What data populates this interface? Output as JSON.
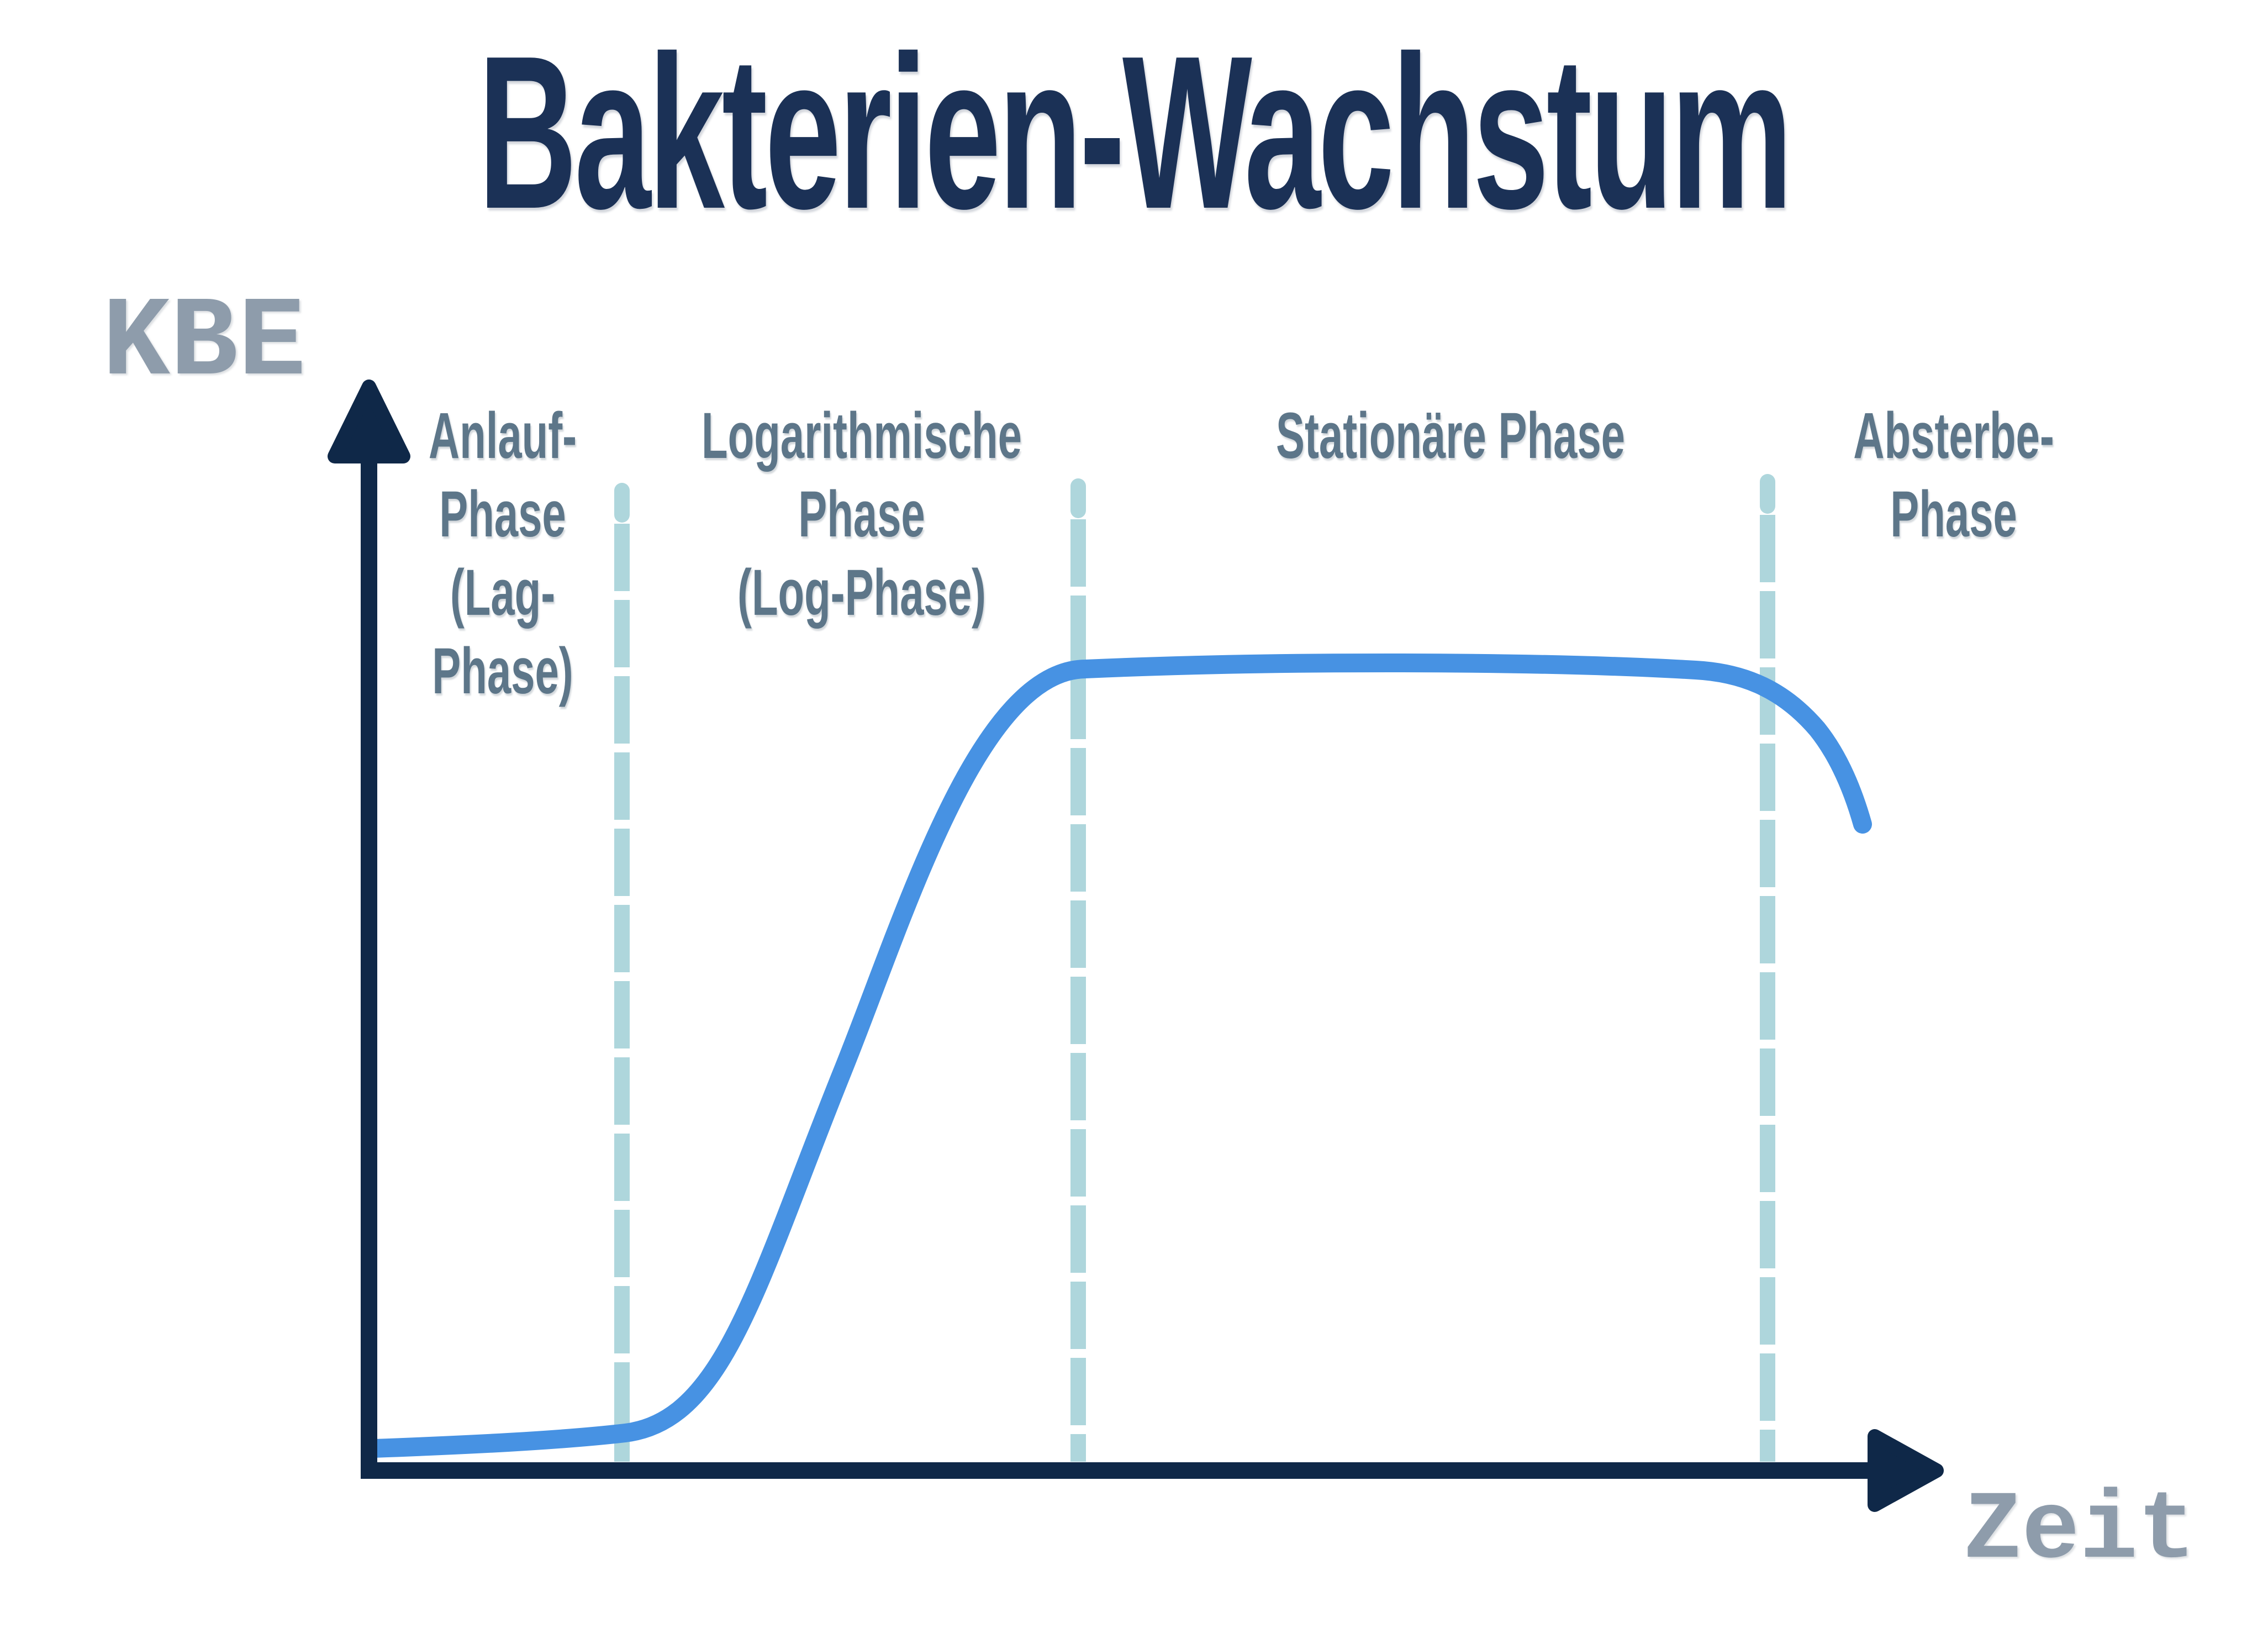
{
  "title": "Bakterien-Wachstum",
  "axes": {
    "y_label": "KBE",
    "x_label": "Zeit"
  },
  "phase_labels": {
    "anlauf": {
      "full": "Anlauf-Phase (Lag-Phase)",
      "lines": [
        "Anlauf-",
        "Phase",
        "(Lag-",
        "Phase)"
      ]
    },
    "log": {
      "full": "Logarithmische Phase (Log-Phase)",
      "lines": [
        "Logarithmische",
        "Phase",
        "(Log-Phase)"
      ]
    },
    "stationaer": {
      "full": "Stationäre Phase",
      "lines": [
        "Stationäre Phase"
      ]
    },
    "absterbe": {
      "full": "Absterbe-Phase",
      "lines": [
        "Absterbe-",
        "Phase"
      ]
    }
  },
  "colors": {
    "background": "#ffffff",
    "title": "#1b3156",
    "axis": "#0f2848",
    "curve": "#4792e3",
    "phase_divider": "#aed6dc",
    "phase_label_text": "#5d7689",
    "axis_label_text": "#8e9cab"
  },
  "chart_data": {
    "type": "line",
    "title": "Bakterien-Wachstum",
    "xlabel": "Zeit",
    "ylabel": "KBE",
    "x_ticks": [],
    "y_ticks": [],
    "grid": false,
    "legend": null,
    "axes_style": "qualitative axes with arrowheads, no numeric scale",
    "phases": [
      {
        "label": "Anlauf-Phase (Lag-Phase)",
        "x_start_pct": 0,
        "x_end_pct": 16.5
      },
      {
        "label": "Logarithmische Phase (Log-Phase)",
        "x_start_pct": 16.5,
        "x_end_pct": 46
      },
      {
        "label": "Stationäre Phase",
        "x_start_pct": 46,
        "x_end_pct": 91
      },
      {
        "label": "Absterbe-Phase",
        "x_start_pct": 91,
        "x_end_pct": 100
      }
    ],
    "dividers_x_pct": [
      16.5,
      46,
      91
    ],
    "series": [
      {
        "name": "KBE",
        "estimated": true,
        "points_pct": [
          [
            0,
            2
          ],
          [
            8,
            2.5
          ],
          [
            16.5,
            3.5
          ],
          [
            21,
            8
          ],
          [
            26,
            17
          ],
          [
            31,
            29
          ],
          [
            36,
            43
          ],
          [
            41,
            56
          ],
          [
            46,
            67
          ],
          [
            50,
            72
          ],
          [
            55,
            74
          ],
          [
            65,
            74.5
          ],
          [
            75,
            74.5
          ],
          [
            83,
            74
          ],
          [
            88,
            73
          ],
          [
            91,
            71
          ],
          [
            94,
            66
          ],
          [
            97,
            60
          ]
        ]
      }
    ]
  }
}
